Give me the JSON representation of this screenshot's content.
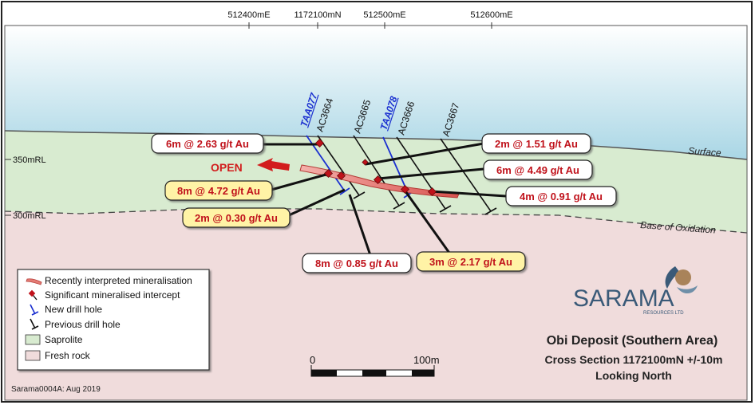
{
  "grid": {
    "easting": [
      "512400mE",
      "1172100mN",
      "512500mE",
      "512600mE"
    ],
    "rl": [
      "350mRL",
      "300mRL"
    ]
  },
  "surface_label": "Surface",
  "base_label": "Base of Oxidation",
  "open_label": "OPEN",
  "holes": {
    "new": [
      "TAA077",
      "TAA078"
    ],
    "previous": [
      "AC3664",
      "AC3665",
      "AC3666",
      "AC3667"
    ]
  },
  "intercepts": [
    "6m @ 2.63 g/t Au",
    "2m @ 1.51 g/t Au",
    "6m @ 4.49 g/t Au",
    "8m @ 4.72 g/t Au",
    "4m @ 0.91 g/t Au",
    "2m @ 0.30 g/t Au",
    "8m @ 0.85 g/t Au",
    "3m @ 2.17 g/t Au"
  ],
  "legend": [
    "Recently interpreted mineralisation",
    "Significant mineralised intercept",
    "New drill hole",
    "Previous drill hole",
    "Saprolite",
    "Fresh rock"
  ],
  "logo": {
    "name": "SARAMA",
    "sub": "RESOURCES LTD"
  },
  "title": {
    "line1": "Obi Deposit (Southern Area)",
    "line2": "Cross Section 1172100mN +/-10m",
    "line3": "Looking North"
  },
  "scale": {
    "start": "0",
    "end": "100m"
  },
  "footer": "Sarama0004A: Aug 2019",
  "colors": {
    "sky_top": "#ffffff",
    "sky_bottom": "#a9d6e5",
    "saprolite": "#d8ebd0",
    "fresh_rock": "#f0dcdc",
    "new_hole": "#1a2fd0",
    "intercept_text": "#c0121b",
    "highlight_box": "#fff3a6",
    "mineralisation": "#e47b74"
  }
}
